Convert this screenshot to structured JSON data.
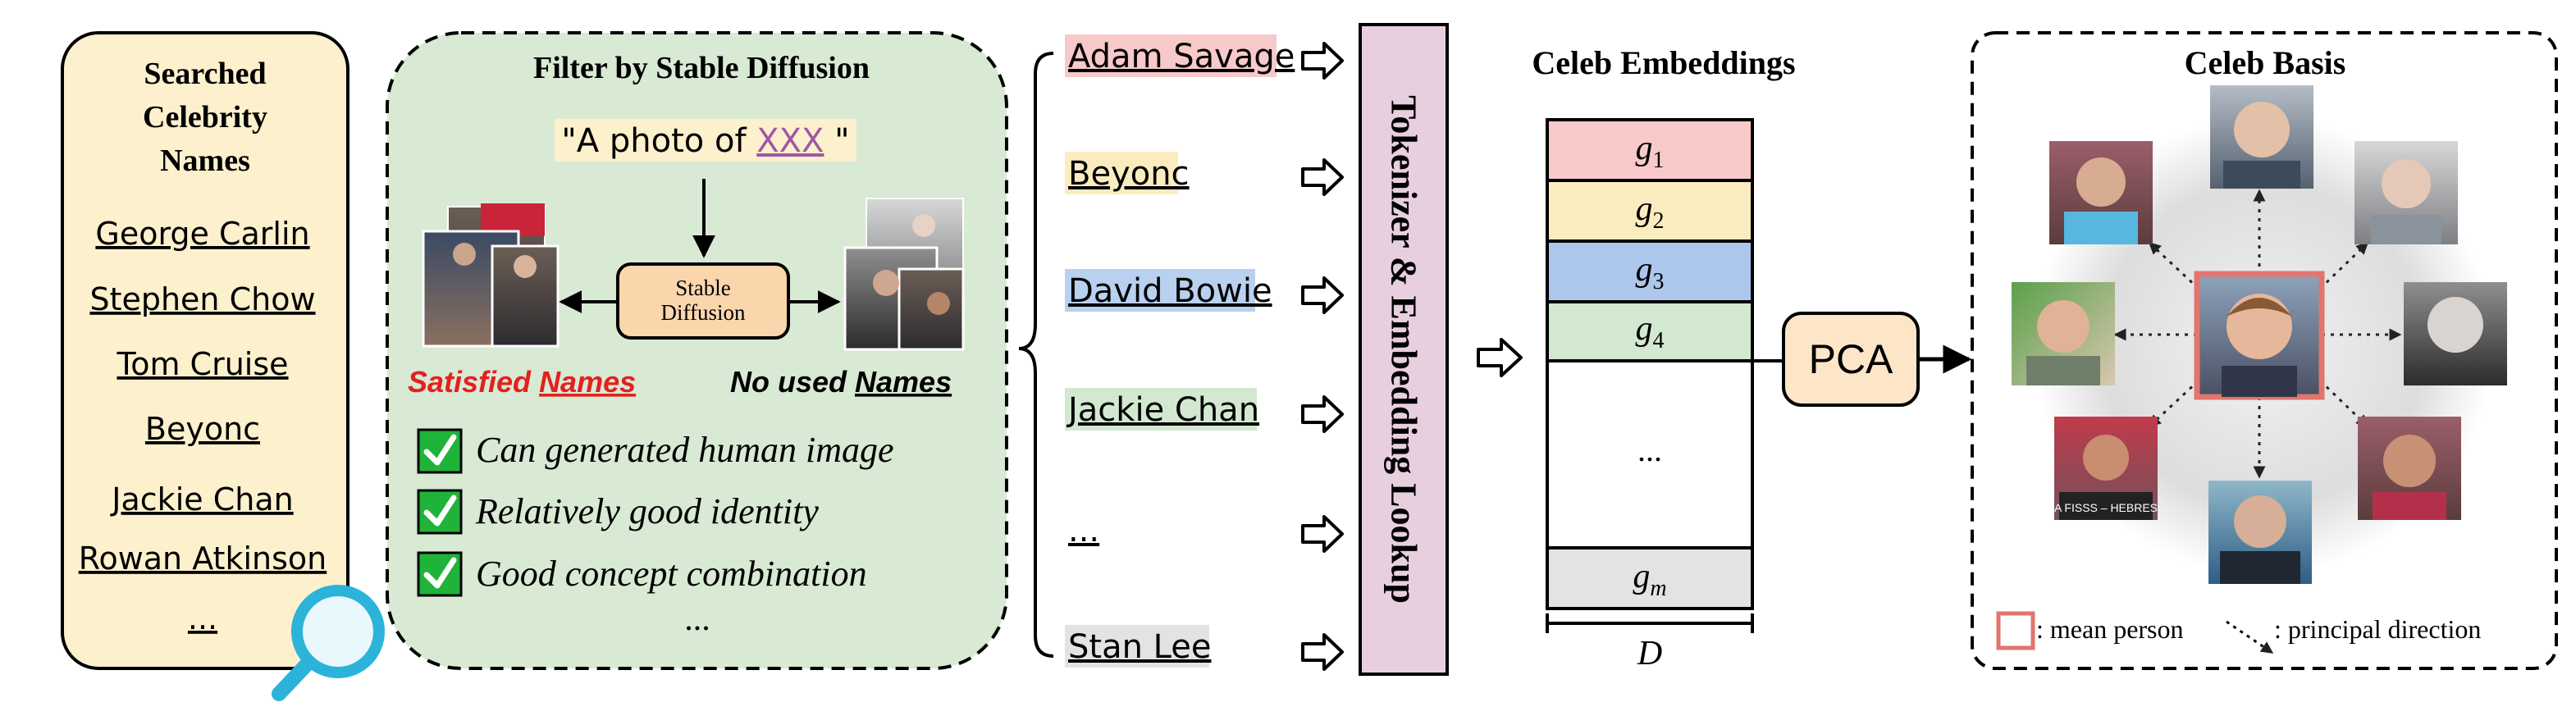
{
  "names_panel": {
    "title_lines": [
      "Searched",
      "Celebrity",
      "Names"
    ],
    "names": [
      "George Carlin",
      "Stephen Chow",
      "Tom Cruise",
      "Beyonc",
      "Jackie Chan",
      "Rowan Atkinson",
      "..."
    ]
  },
  "filter_panel": {
    "title": "Filter by Stable Diffusion",
    "prompt_prefix": "\"A photo of ",
    "prompt_placeholder": "XXX",
    "prompt_suffix": " \"",
    "model_lines": [
      "Stable",
      "Diffusion"
    ],
    "satisfied_prefix": "Satisfied ",
    "satisfied_word": "Names",
    "unused_prefix": "No used ",
    "unused_word": "Names",
    "criteria": [
      "Can generated human image",
      "Relatively good identity",
      "Good concept combination"
    ],
    "ellipsis": "..."
  },
  "name_list": {
    "items": [
      {
        "label": "Adam Savage",
        "color": "#f7c9c9"
      },
      {
        "label": "Beyonc",
        "color": "#fbecc0"
      },
      {
        "label": "David Bowie",
        "color": "#b9d0ee"
      },
      {
        "label": "Jackie Chan",
        "color": "#d3e8d0"
      },
      {
        "label": "...",
        "color": ""
      },
      {
        "label": "Stan Lee",
        "color": "#e3e3e3"
      }
    ]
  },
  "tokenizer": {
    "label": "Tokenizer & Embedding Lookup",
    "color": "#e8cfe0"
  },
  "embeddings": {
    "title": "Celeb Embeddings",
    "rows": [
      {
        "base": "g",
        "sub": "1",
        "color": "#f7c9c9"
      },
      {
        "base": "g",
        "sub": "2",
        "color": "#fbecc0"
      },
      {
        "base": "g",
        "sub": "3",
        "color": "#adc7ec"
      },
      {
        "base": "g",
        "sub": "4",
        "color": "#d3e8d0"
      },
      {
        "base": "...",
        "sub": "",
        "color": "#ffffff"
      },
      {
        "base": "g",
        "sub": "m",
        "color": "#e3e3e3"
      }
    ],
    "dim_label": "D"
  },
  "pca": {
    "label": "PCA",
    "color": "#fde6c8"
  },
  "basis": {
    "title": "Celeb Basis",
    "legend_mean": ": mean person",
    "legend_direction": ": principal direction"
  }
}
